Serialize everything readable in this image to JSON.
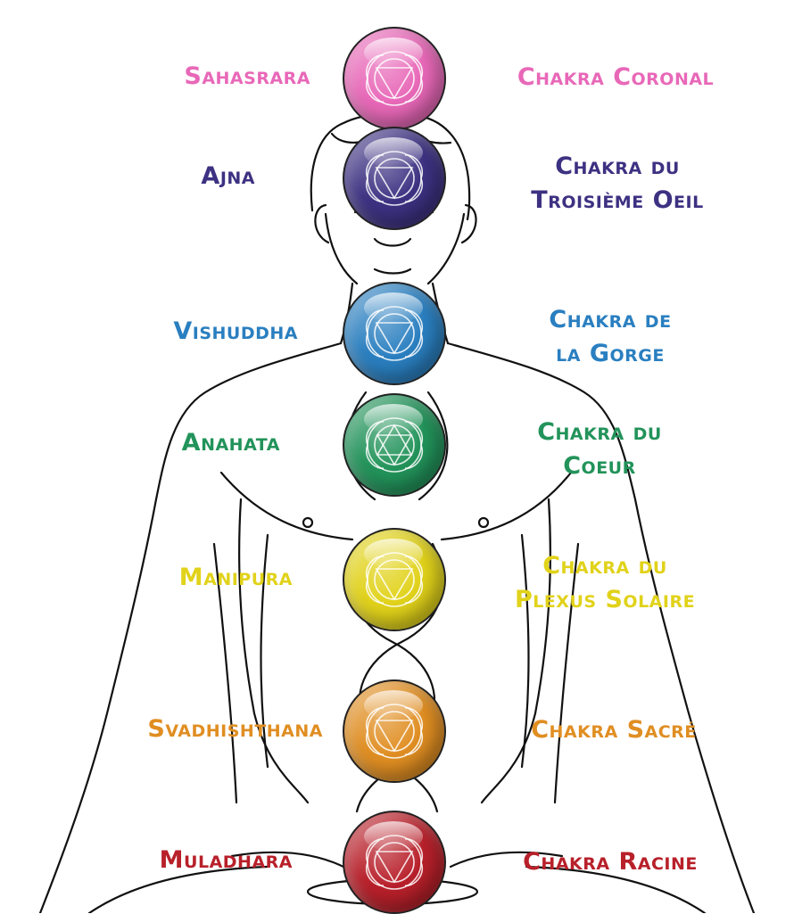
{
  "chakras": [
    {
      "sanskrit": "Sahasrara",
      "french": [
        "Chakra Coronal"
      ],
      "color": "#e868b8"
    },
    {
      "sanskrit": "Ajna",
      "french": [
        "Chakra du",
        "Troisième Oeil"
      ],
      "color": "#3d3182"
    },
    {
      "sanskrit": "Vishuddha",
      "french": [
        "Chakra de",
        "la Gorge"
      ],
      "color": "#2a7fc0"
    },
    {
      "sanskrit": "Anahata",
      "french": [
        "Chakra du",
        "Coeur"
      ],
      "color": "#22935a"
    },
    {
      "sanskrit": "Manipura",
      "french": [
        "Chakra du",
        "Plexus Solaire"
      ],
      "color": "#e1d21a"
    },
    {
      "sanskrit": "Svadhishthana",
      "french": [
        "Chakra Sacré"
      ],
      "color": "#e08e22"
    },
    {
      "sanskrit": "Muladhara",
      "french": [
        "Chakra Racine"
      ],
      "color": "#b8202a"
    }
  ]
}
